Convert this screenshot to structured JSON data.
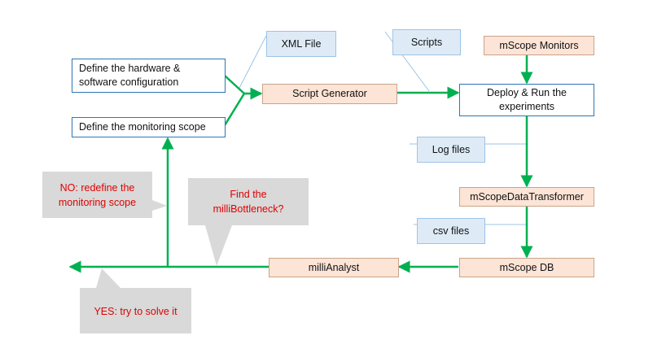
{
  "nodes": {
    "define_hw": "Define the hardware &\nsoftware configuration",
    "define_monitoring": "Define the monitoring scope",
    "script_generator": "Script Generator",
    "deploy_run": "Deploy & Run the\nexperiments",
    "mscope_monitors": "mScope Monitors",
    "data_transformer": "mScopeDataTransformer",
    "mscope_db": "mScope DB",
    "milli_analyst": "milliAnalyst"
  },
  "artifacts": {
    "xml_file": "XML File",
    "scripts": "Scripts",
    "log_files": "Log files",
    "csv_files": "csv files"
  },
  "callouts": {
    "no": "NO: redefine the\nmonitoring scope",
    "question": "Find the\nmilliBottleneck?",
    "yes": "YES: try to solve it"
  },
  "colors": {
    "flow_arrow": "#00b050",
    "process_fill": "#fce4d6",
    "artifact_fill": "#deebf7",
    "callout_fill": "#d9d9d9",
    "callout_text": "#e00000",
    "input_border": "#2e75b6"
  }
}
